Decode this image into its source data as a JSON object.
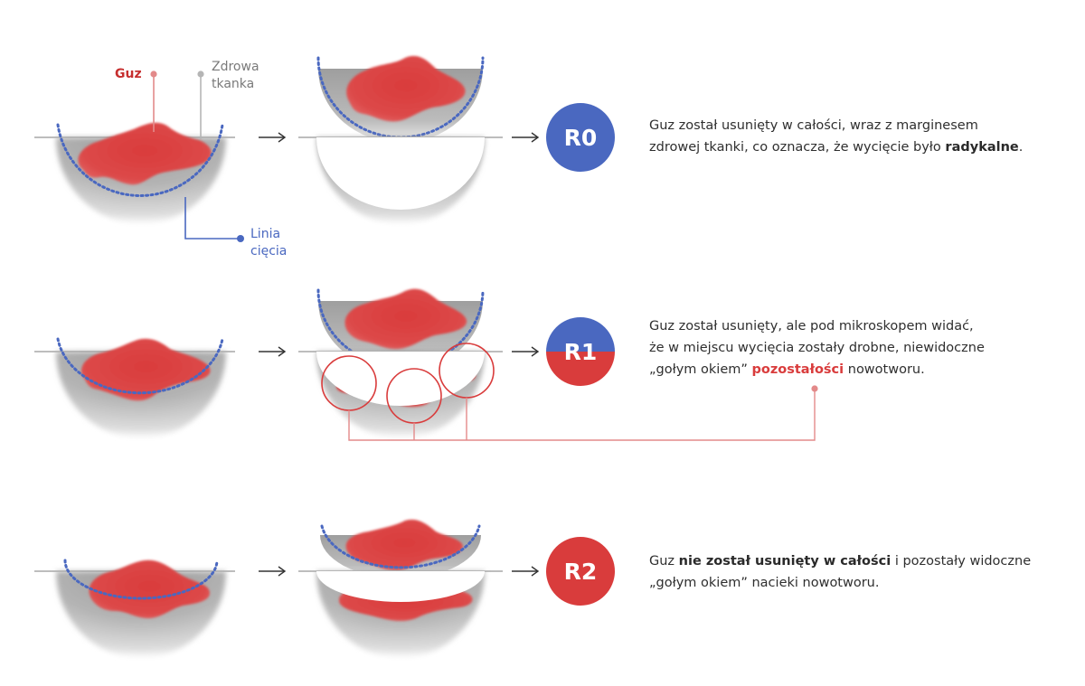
{
  "labels": {
    "tumor": "Guz",
    "healthy_tissue_1": "Zdrowa",
    "healthy_tissue_2": "tkanka",
    "cut_line_1": "Linia",
    "cut_line_2": "cięcia"
  },
  "rows": [
    {
      "badge": "R0",
      "text_parts": [
        {
          "t": "Guz został usunięty w całości, wraz z marginesem",
          "br": true
        },
        {
          "t": "zdrowej tkanki, co oznacza, że wycięcie było "
        },
        {
          "t": "radykalne",
          "b": true
        },
        {
          "t": "."
        }
      ]
    },
    {
      "badge": "R1",
      "text_parts": [
        {
          "t": "Guz został usunięty, ale pod mikroskopem widać,",
          "br": true
        },
        {
          "t": "że w miejscu wycięcia zostały drobne, niewidoczne",
          "br": true
        },
        {
          "t": "„gołym okiem” "
        },
        {
          "t": "pozostałości",
          "red": true
        },
        {
          "t": " nowotworu."
        }
      ]
    },
    {
      "badge": "R2",
      "text_parts": [
        {
          "t": "Guz "
        },
        {
          "t": "nie został usunięty w całości",
          "b": true
        },
        {
          "t": " i pozostały widoczne",
          "br": true
        },
        {
          "t": "„gołym okiem” nacieki nowotworu."
        }
      ]
    }
  ],
  "colors": {
    "tumor": "#d93c3c",
    "tissue": "#a8a8a8",
    "cut_line": "#4a68c0",
    "r0": "#4a68c0",
    "r1_top": "#4a68c0",
    "r1_bottom": "#d93c3c",
    "r2": "#d93c3c",
    "label_gray": "#7a7a7a",
    "label_tumor": "#c62f2f"
  }
}
